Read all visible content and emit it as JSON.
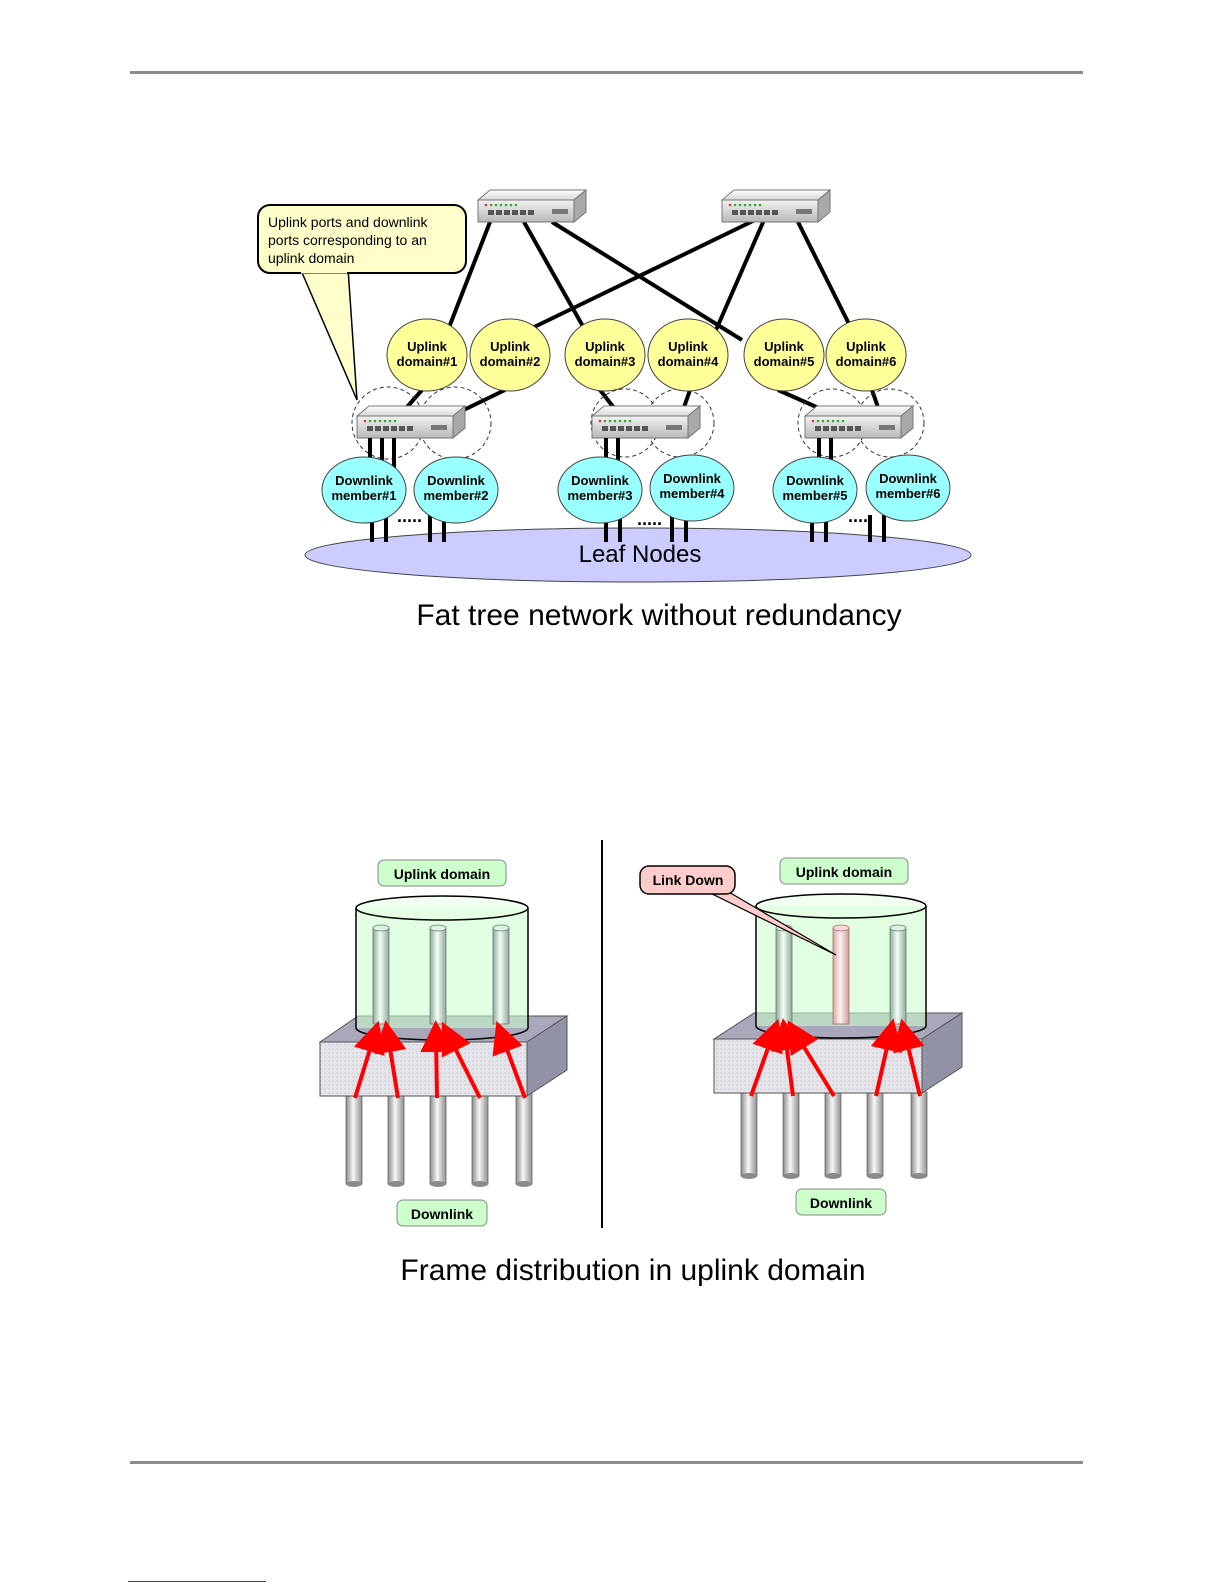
{
  "figure1": {
    "caption": "Fat tree network without redundancy",
    "callout_lines": [
      "Uplink ports and downlink",
      "ports corresponding to an",
      "uplink domain"
    ],
    "uplink_domains": [
      {
        "l1": "Uplink",
        "l2": "domain#1"
      },
      {
        "l1": "Uplink",
        "l2": "domain#2"
      },
      {
        "l1": "Uplink",
        "l2": "domain#3"
      },
      {
        "l1": "Uplink",
        "l2": "domain#4"
      },
      {
        "l1": "Uplink",
        "l2": "domain#5"
      },
      {
        "l1": "Uplink",
        "l2": "domain#6"
      }
    ],
    "downlink_members": [
      {
        "l1": "Downlink",
        "l2": "member#1"
      },
      {
        "l1": "Downlink",
        "l2": "member#2"
      },
      {
        "l1": "Downlink",
        "l2": "member#3"
      },
      {
        "l1": "Downlink",
        "l2": "member#4"
      },
      {
        "l1": "Downlink",
        "l2": "member#5"
      },
      {
        "l1": "Downlink",
        "l2": "member#6"
      }
    ],
    "ellipsis": ".....",
    "leaf_label": "Leaf Nodes"
  },
  "figure2": {
    "caption": "Frame distribution in uplink domain",
    "left_uplink_label": "Uplink domain",
    "left_downlink_label": "Downlink",
    "right_uplink_label": "Uplink domain",
    "right_downlink_label": "Downlink",
    "link_down_label": "Link Down"
  },
  "colors": {
    "uplink_fill": "#ffff99",
    "downlink_fill": "#99ffff",
    "leaf_fill": "#ccccff",
    "callout_fill": "#ffffcc",
    "label_box_fill": "#ccffcc",
    "arrow": "#ff0000",
    "down_pipe": "#ffcccc"
  }
}
